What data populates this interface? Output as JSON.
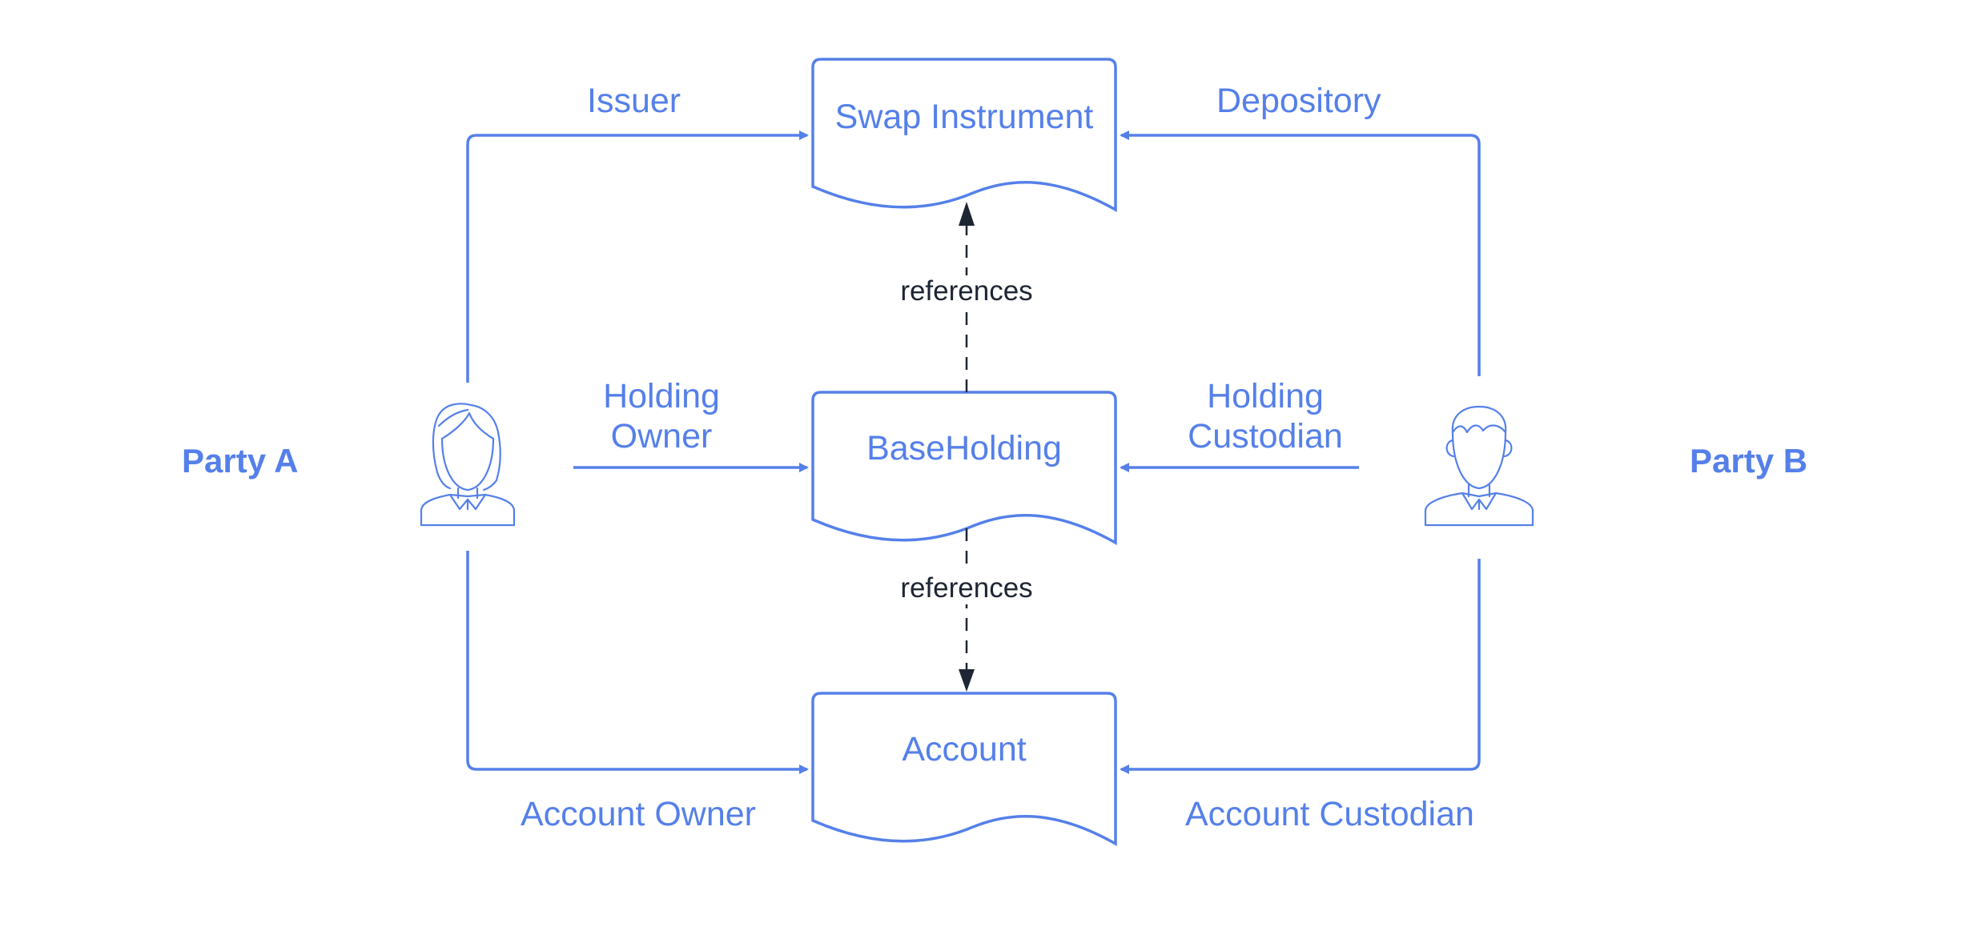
{
  "parties": {
    "a": {
      "label": "Party A"
    },
    "b": {
      "label": "Party B"
    }
  },
  "documents": {
    "swap": {
      "label": "Swap Instrument"
    },
    "holding": {
      "label": "BaseHolding"
    },
    "account": {
      "label": "Account"
    }
  },
  "edges": {
    "issuer": "Issuer",
    "depository": "Depository",
    "holding_owner": [
      "Holding",
      "Owner"
    ],
    "holding_custodian": [
      "Holding",
      "Custodian"
    ],
    "account_owner": "Account Owner",
    "account_custodian": "Account Custodian",
    "ref_top": "references",
    "ref_bottom": "references"
  },
  "icons": {
    "party_a": "female-user-icon",
    "party_b": "male-user-icon"
  },
  "colors": {
    "primary": "#5580e9",
    "reference": "#1e2533",
    "background": "#ffffff"
  }
}
